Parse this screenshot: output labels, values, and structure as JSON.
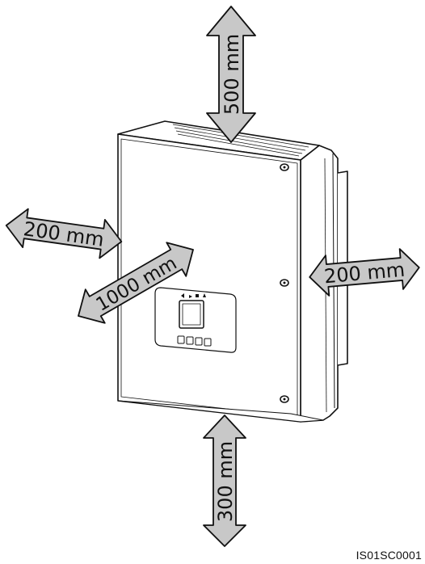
{
  "clearances": {
    "top": "500 mm",
    "left": "200 mm",
    "right": "200 mm",
    "front": "1000 mm",
    "bottom": "300 mm"
  },
  "figure_code": "IS01SC0001",
  "colors": {
    "arrow_fill": "#c8c8c8",
    "outline": "#111111",
    "background": "#ffffff"
  }
}
